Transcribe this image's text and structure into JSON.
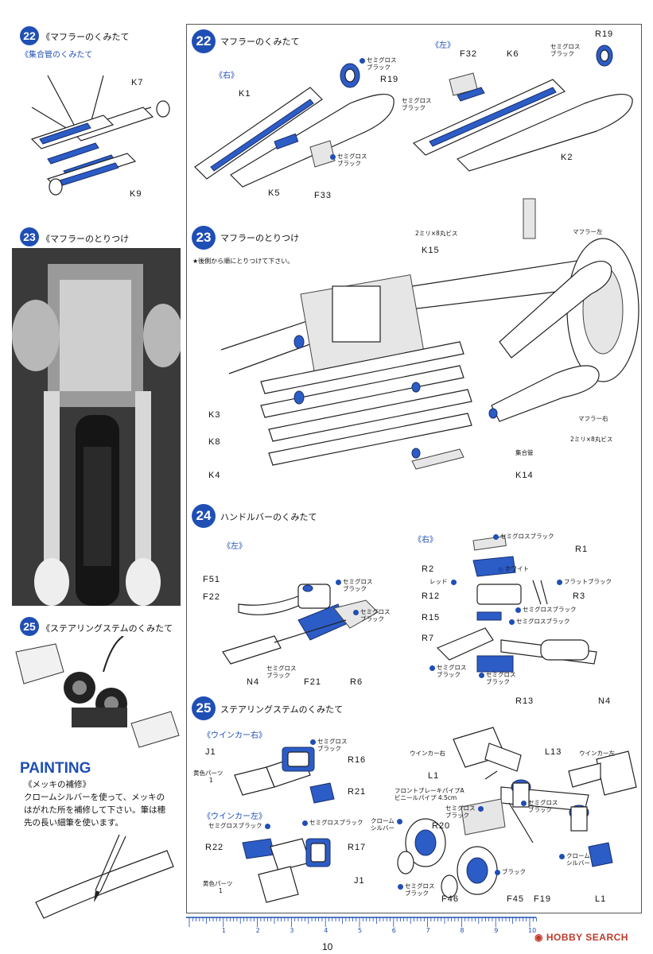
{
  "left_column": {
    "step22": {
      "num": "22",
      "title": "《マフラーのくみたて",
      "subtitle": "《集合管のくみたて",
      "labels": [
        "K7",
        "K9"
      ]
    },
    "step23": {
      "num": "23",
      "title": "《マフラーのとりつけ"
    },
    "step25": {
      "num": "25",
      "title": "《ステアリングステムのくみたて"
    },
    "painting": {
      "heading": "PAINTING",
      "subheading": "《メッキの補修》",
      "lines": [
        "クロームシルバーを使って、メッキの",
        "はがれた所を補修して下さい。筆は穂",
        "先の長い細筆を使います。"
      ]
    }
  },
  "step22": {
    "num": "22",
    "title": "マフラーのくみたて",
    "right_side": "《右》",
    "left_side": "《左》",
    "paint_semigloss": [
      "セミグロス",
      "ブラック"
    ],
    "labels_right": [
      "K1",
      "R19",
      "K5",
      "F33"
    ],
    "labels_left": [
      "F32",
      "K6",
      "R19",
      "K2"
    ]
  },
  "step23": {
    "num": "23",
    "title": "マフラーのとりつけ",
    "note": "★後側から順にとりつけて下さい。",
    "labels": [
      "K15",
      "K3",
      "K8",
      "K4",
      "K14"
    ],
    "screw_top": "2ミリ×8丸ビス",
    "screw_bottom": "2ミリ×8丸ビス",
    "muffler_left": "マフラー左",
    "muffler_right": "マフラー右",
    "collector": "集合管"
  },
  "step24": {
    "num": "24",
    "title": "ハンドルバーのくみたて",
    "left_side": "《左》",
    "right_side": "《右》",
    "labels_left": [
      "F51",
      "F22",
      "N4",
      "F21",
      "R6"
    ],
    "labels_right": [
      "R1",
      "R2",
      "R12",
      "R3",
      "R15",
      "R7",
      "R13",
      "N4"
    ],
    "paint": {
      "semigloss_black": "セミグロスブラック",
      "white": "ホワイト",
      "red": "レッド",
      "flat_black": "フラットブラック"
    }
  },
  "step25": {
    "num": "25",
    "title": "ステアリングステムのくみたて",
    "winker_right": "《ウインカー右》",
    "winker_left": "《ウインカー左》",
    "yellow_parts": "黄色パーツ",
    "yellow_parts_count": "1",
    "labels_small": [
      "J1",
      "R16",
      "R21",
      "R22",
      "R17",
      "J1"
    ],
    "labels_stem": [
      "L13",
      "L1",
      "R20",
      "F46",
      "F45",
      "F19",
      "L1"
    ],
    "winker_right_big": "ウインカー右",
    "winker_left_big": "ウインカー左",
    "brake_pipe": [
      "フロントブレーキパイプA",
      "ビニールパイプ 4.5cm"
    ],
    "chrome_silver": [
      "クローム",
      "シルバー"
    ],
    "black": "ブラック"
  },
  "footer": {
    "ruler_numbers": [
      "1",
      "2",
      "3",
      "4",
      "5",
      "6",
      "7",
      "8",
      "9",
      "10"
    ],
    "page_number": "10",
    "watermark": "HOBBY SEARCH"
  },
  "colors": {
    "accent": "#1f4fb5",
    "paint_blue": "#2c5cc6"
  }
}
